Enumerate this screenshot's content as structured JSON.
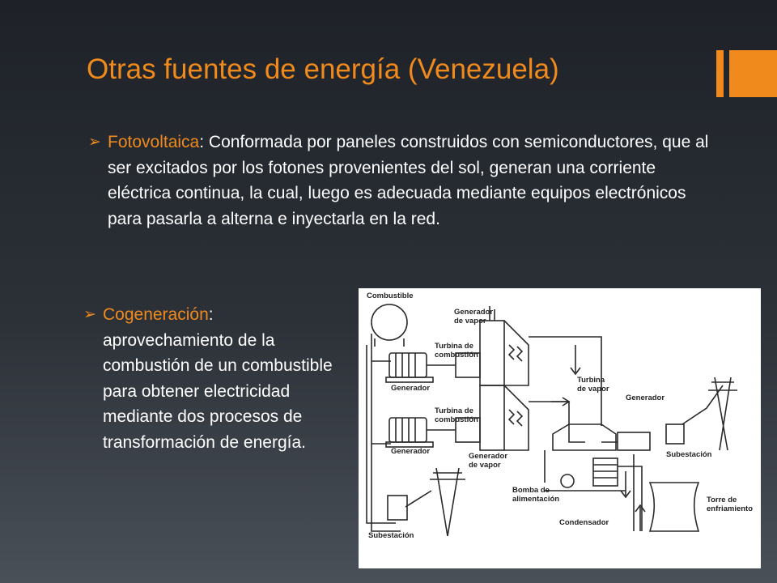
{
  "slide": {
    "title": "Otras fuentes de energía (Venezuela)",
    "accent_color": "#f08a1c",
    "bullets": [
      {
        "marker": "➢",
        "term": "Fotovoltaica",
        "text": ": Conformada por paneles construidos con semiconductores, que al ser excitados por los fotones provenientes del sol, generan una corriente eléctrica continua, la cual, luego es adecuada mediante equipos electrónicos para pasarla a alterna e inyectarla en la red."
      },
      {
        "marker": "➢",
        "term": "Cogeneración",
        "text": ": aprovechamiento de la combustión de un combustible para obtener electricidad mediante dos procesos de transformación de energía."
      }
    ]
  },
  "diagram": {
    "labels": {
      "combustible": "Combustible",
      "generador_vapor_1a": "Generador",
      "generador_vapor_1b": "de vapor",
      "turbina_comb_1a": "Turbina de",
      "turbina_comb_1b": "combustión",
      "generador_1": "Generador",
      "turbina_comb_2a": "Turbina de",
      "turbina_comb_2b": "combustión",
      "generador_2": "Generador",
      "generador_vapor_2a": "Generador",
      "generador_vapor_2b": "de vapor",
      "turbina_vapor_a": "Turbina",
      "turbina_vapor_b": "de vapor",
      "generador_3": "Generador",
      "subestacion_1": "Subestación",
      "bomba_a": "Bomba de",
      "bomba_b": "alimentación",
      "condensador": "Condensador",
      "torre_a": "Torre de",
      "torre_b": "enfriamiento",
      "subestacion_2": "Subestación"
    }
  }
}
